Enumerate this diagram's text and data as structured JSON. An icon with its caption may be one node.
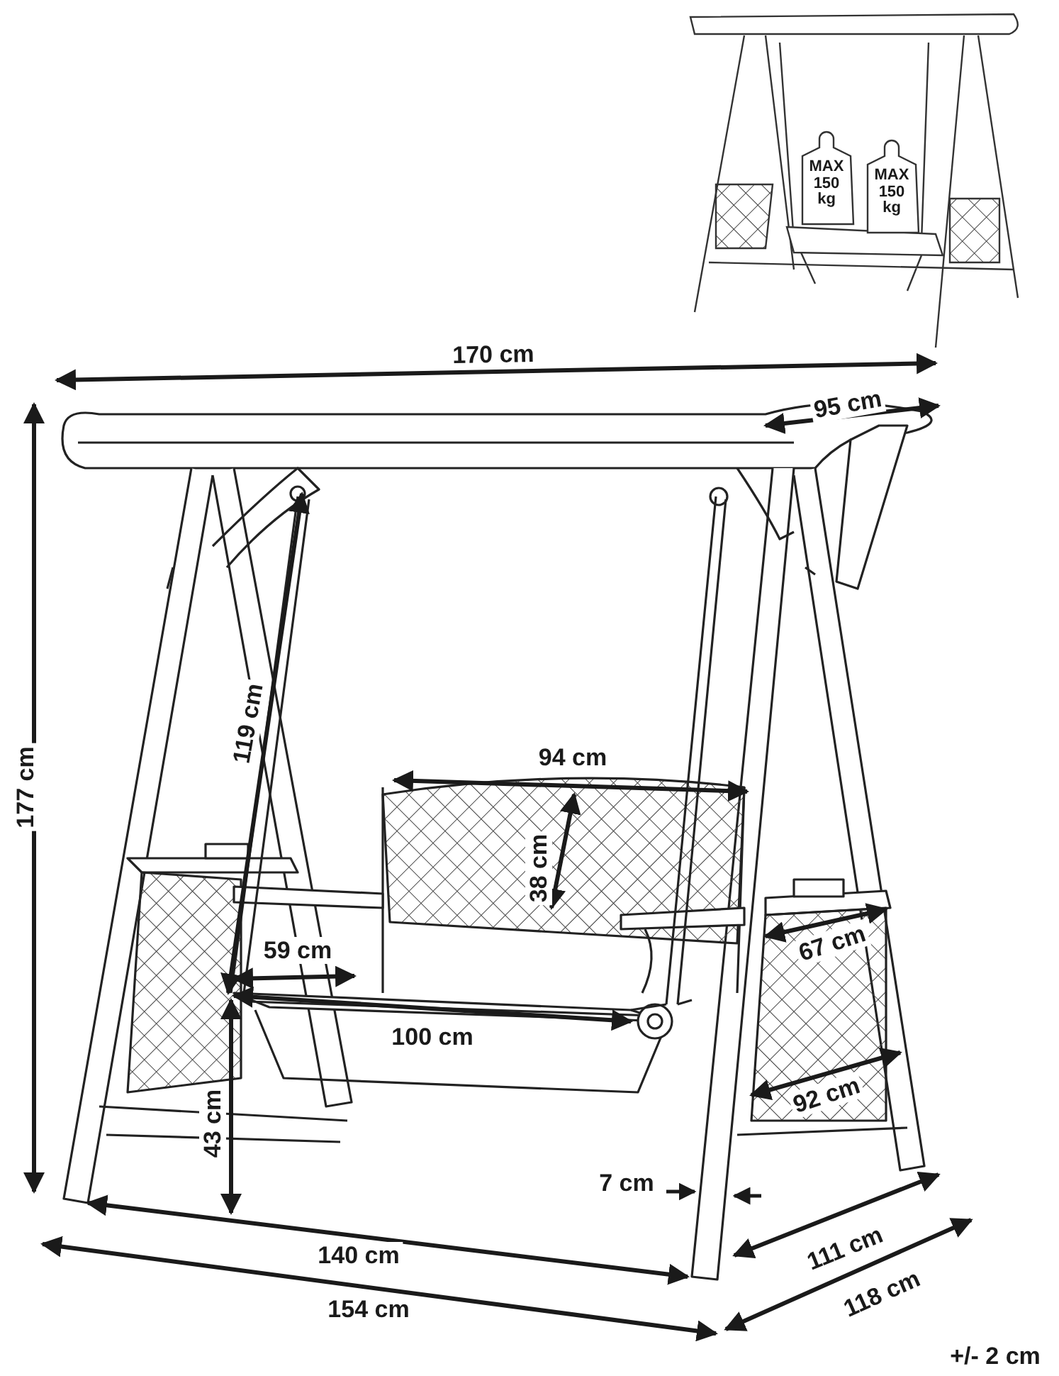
{
  "diagram": {
    "labels": [
      "170 cm",
      "95 cm",
      "177 cm",
      "119 cm",
      "94 cm",
      "38 cm",
      "59 cm",
      "67 cm",
      "100 cm",
      "43 cm",
      "92 cm",
      "7 cm",
      "140 cm",
      "111 cm",
      "154 cm",
      "118 cm",
      "+/- 2 cm",
      "MAX 150 kg",
      "MAX 150 kg"
    ]
  }
}
